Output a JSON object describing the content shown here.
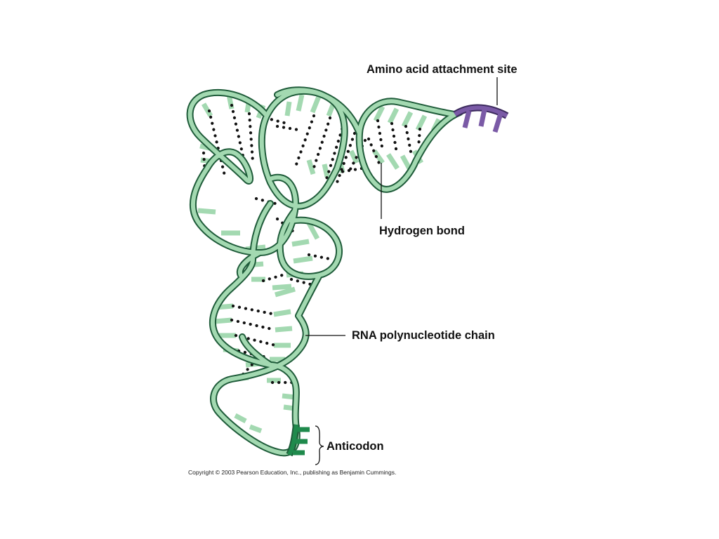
{
  "labels": {
    "amino_acid_site": "Amino acid attachment site",
    "hydrogen_bond": "Hydrogen bond",
    "rna_chain": "RNA polynucleotide chain",
    "anticodon": "Anticodon"
  },
  "copyright": "Copyright © 2003 Pearson Education, Inc., publishing as Benjamin Cummings.",
  "colors": {
    "strand_fill": "#a3d9b1",
    "strand_outline": "#1f5c3a",
    "base": "#a3d9b1",
    "anticodon": "#1f8a4c",
    "amino_site": "#7a5aa6",
    "hydrogen_bond_dot": "#111111",
    "leader_line": "#111111"
  }
}
